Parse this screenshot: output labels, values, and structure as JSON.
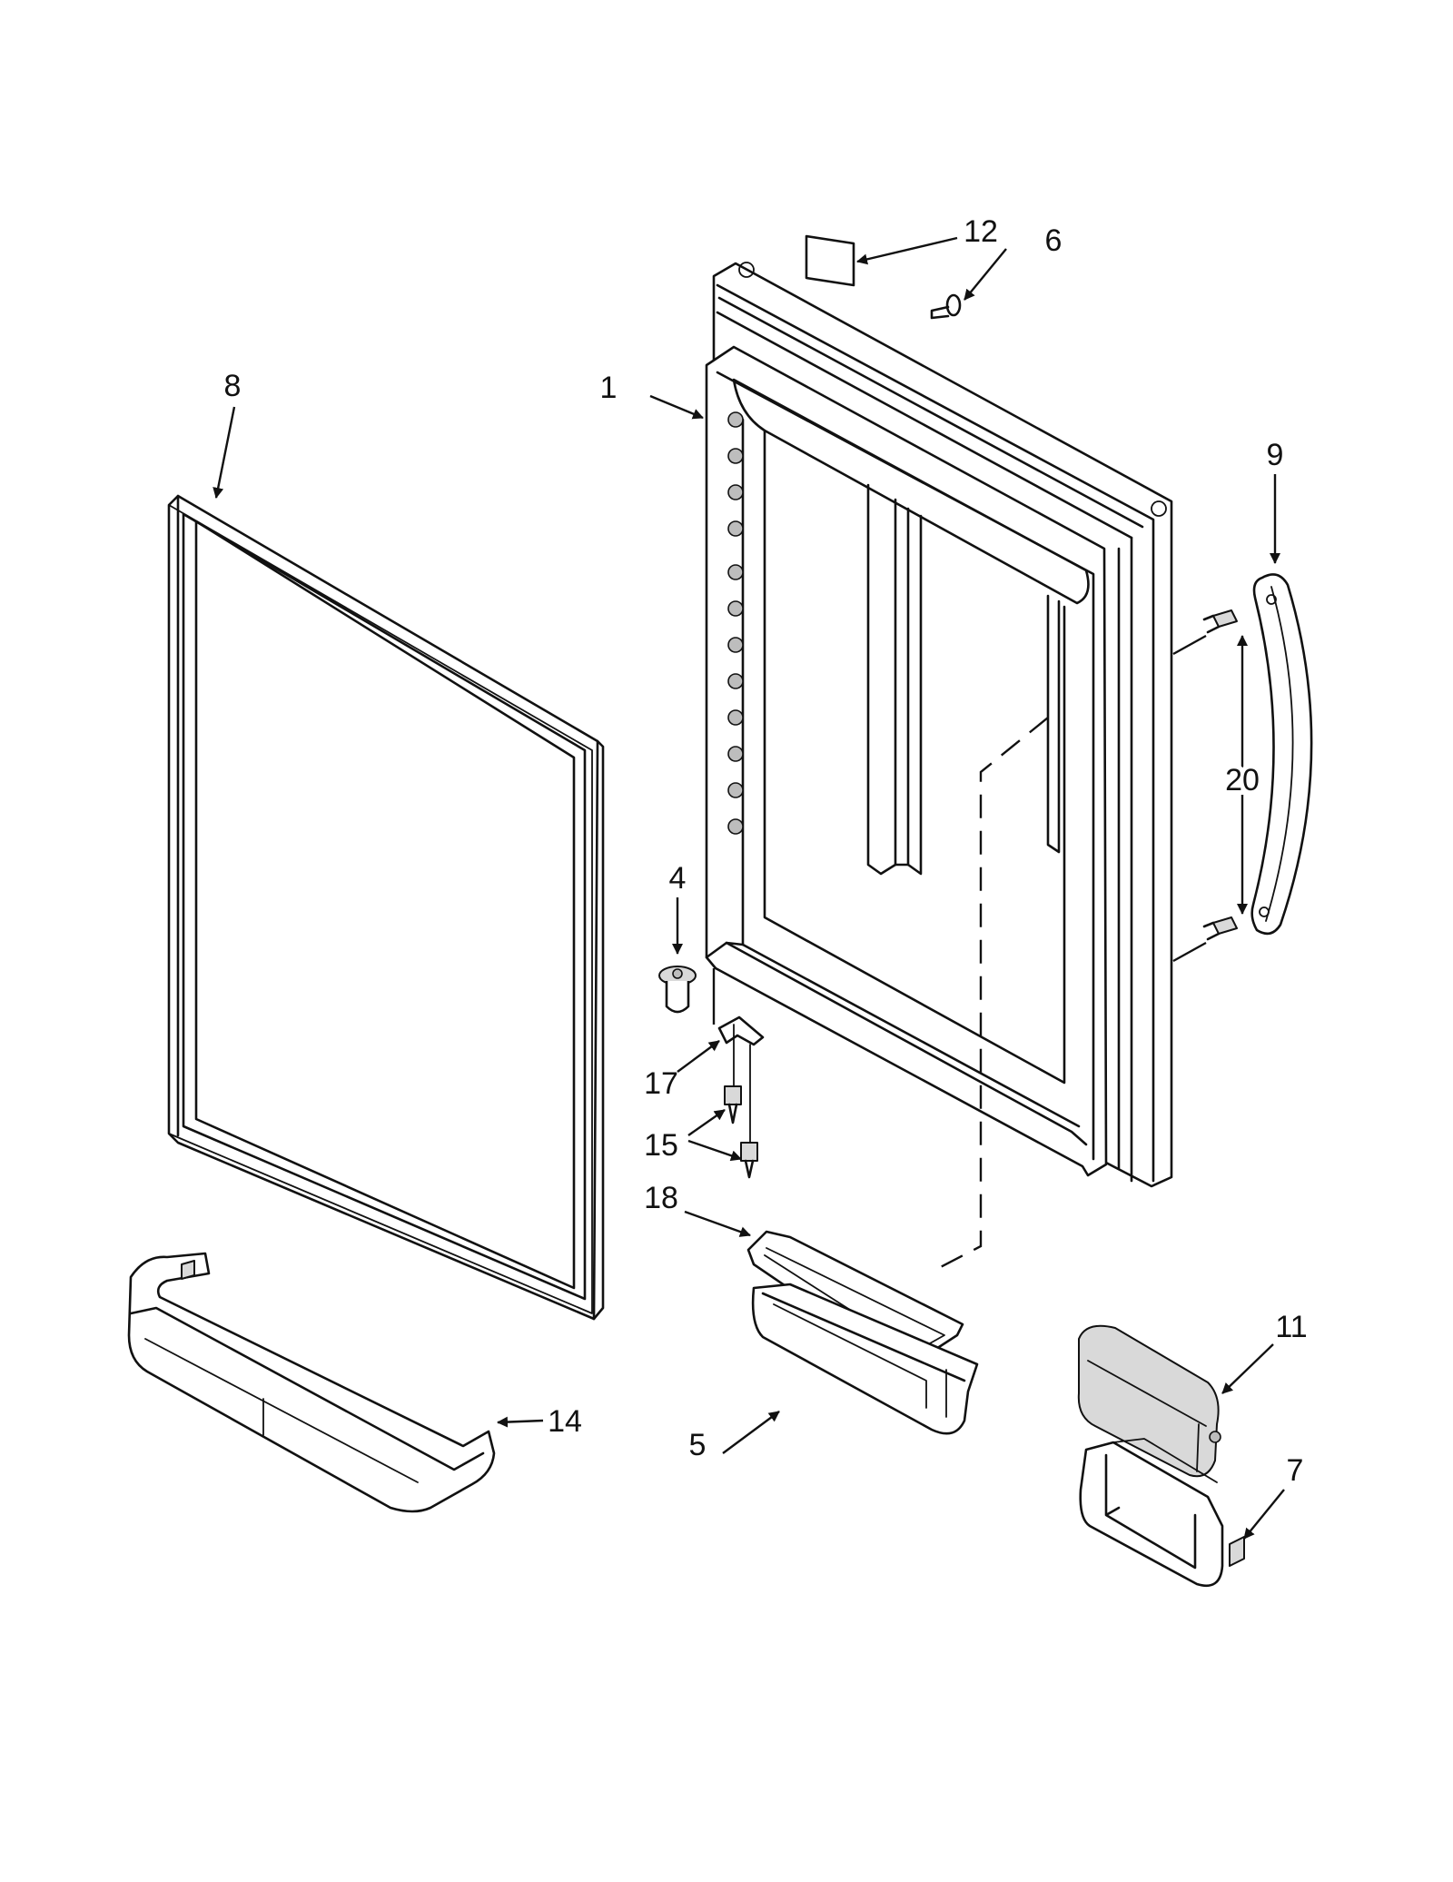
{
  "callouts": {
    "c1": "1",
    "c4": "4",
    "c5": "5",
    "c6": "6",
    "c7": "7",
    "c8": "8",
    "c9": "9",
    "c11": "11",
    "c12": "12",
    "c14": "14",
    "c15": "15",
    "c17": "17",
    "c18": "18",
    "c20": "20"
  }
}
